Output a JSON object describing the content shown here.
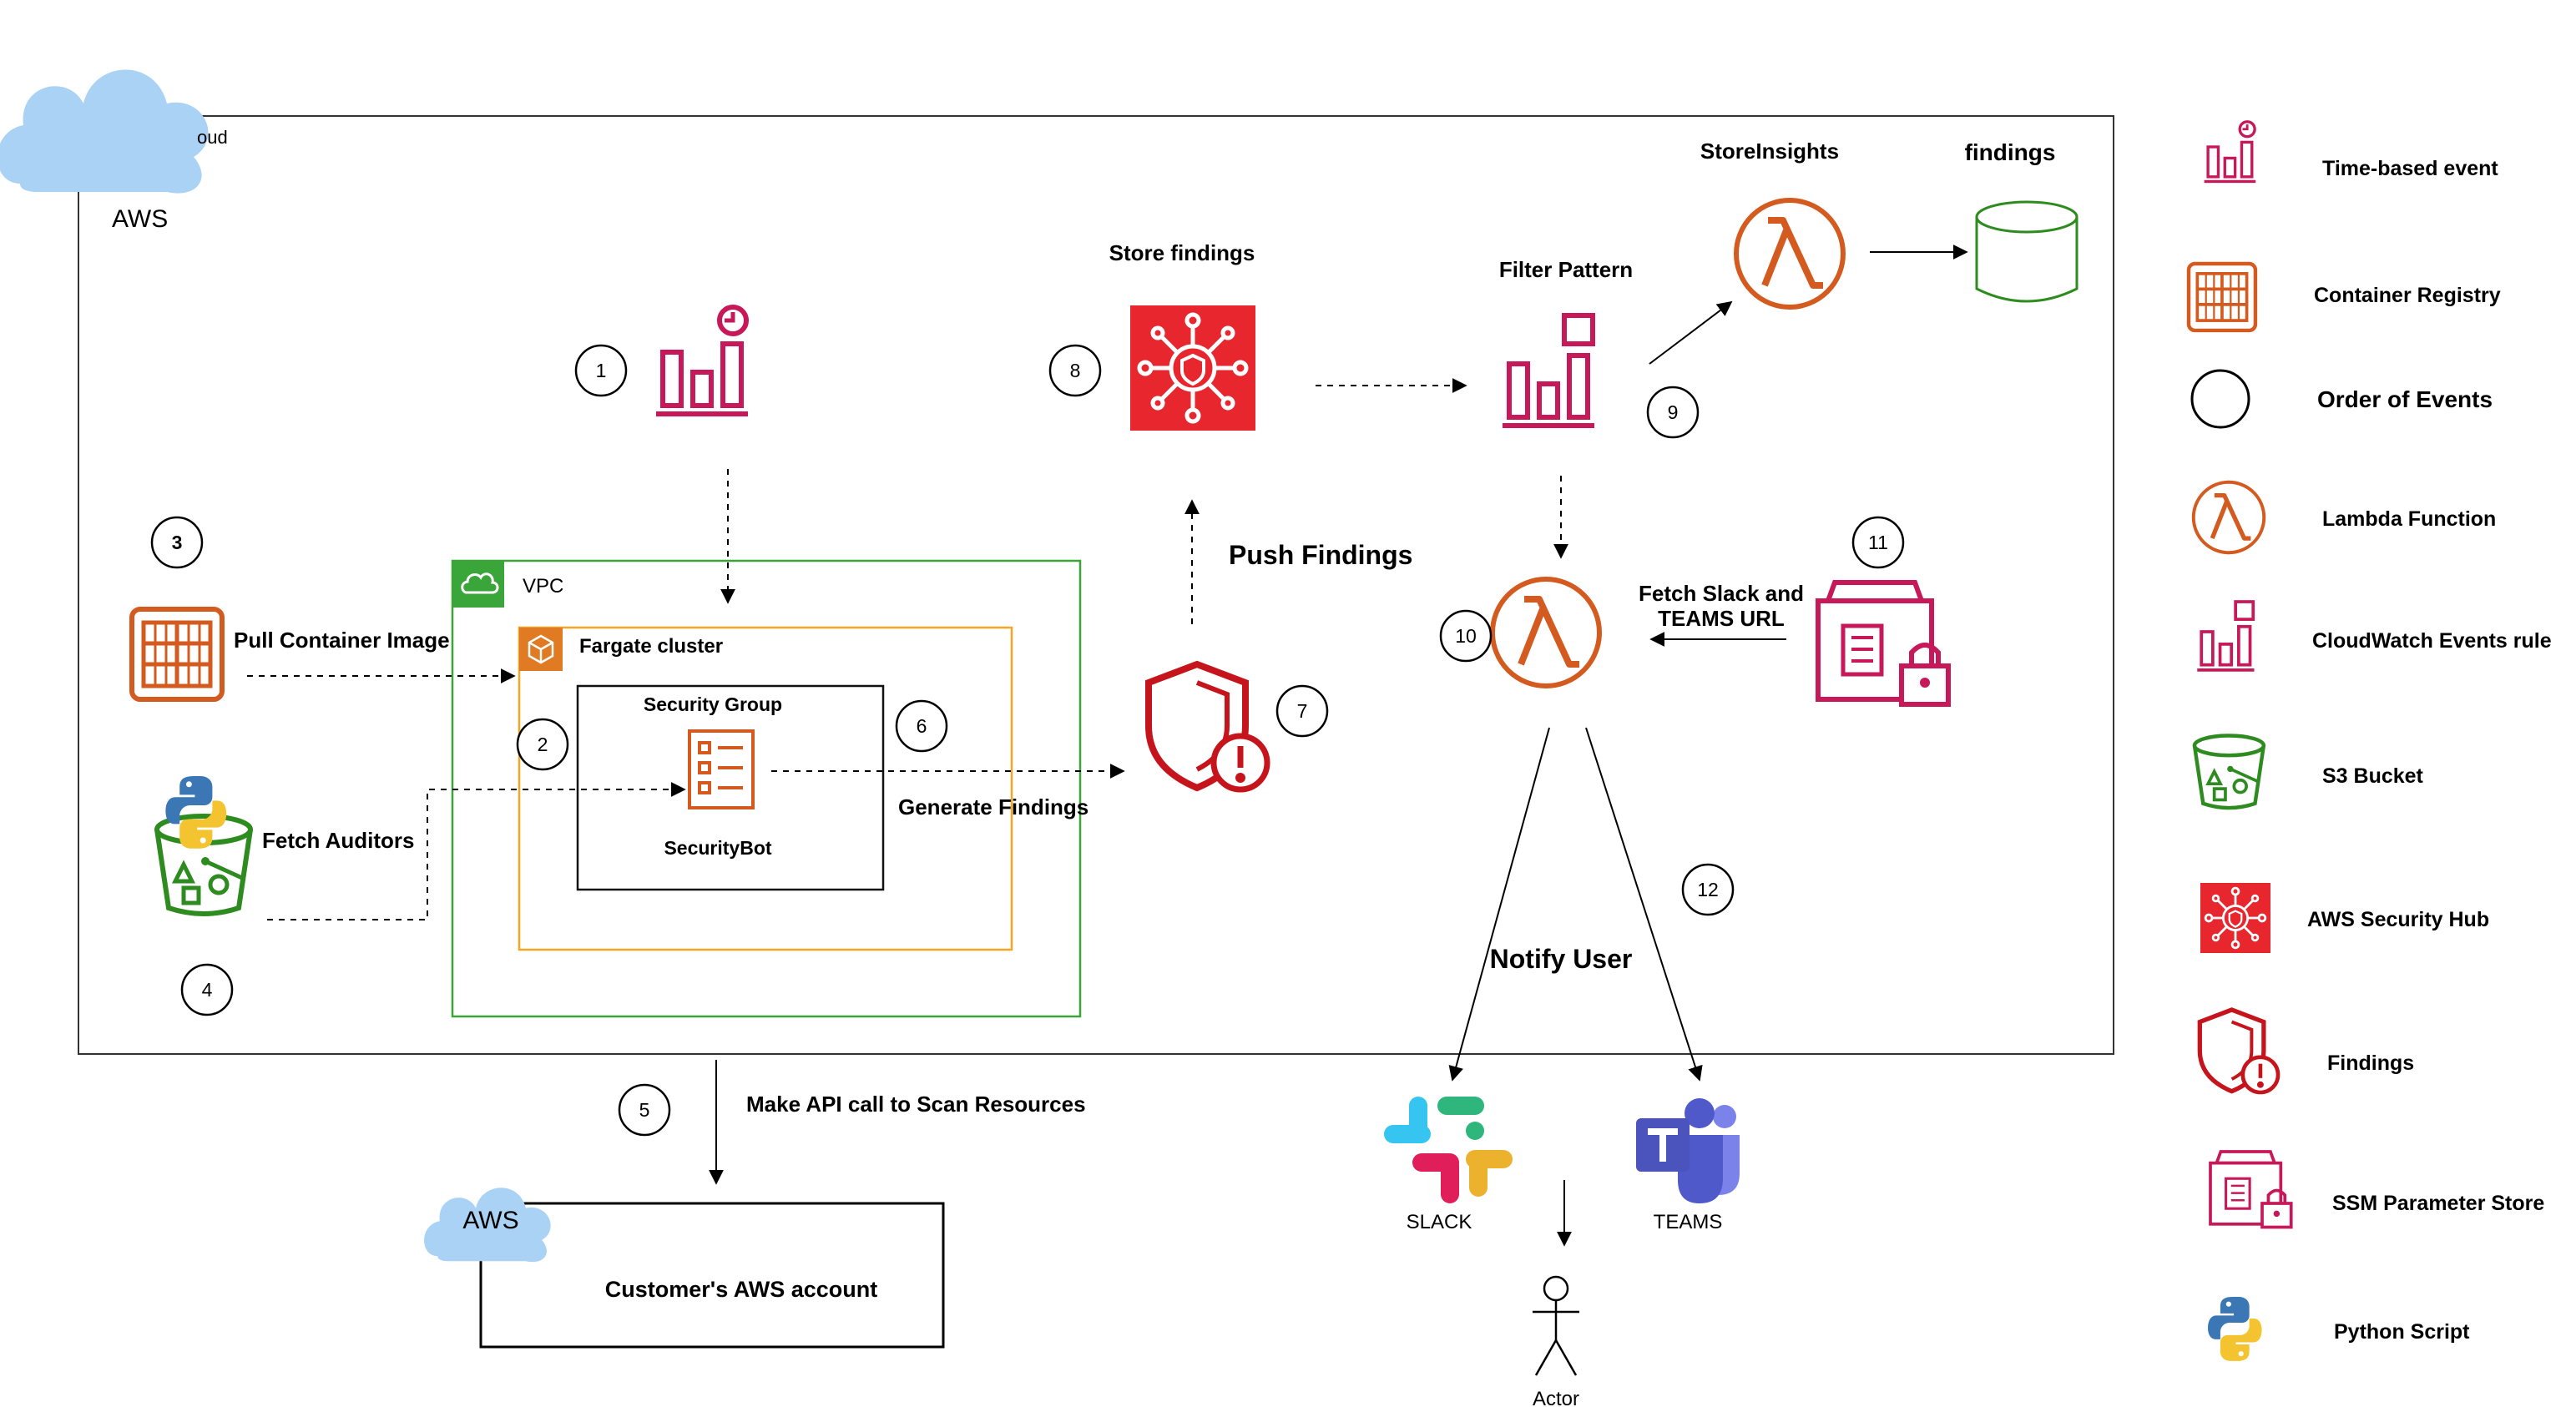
{
  "cloud": {
    "label": "oud",
    "region_label": "AWS"
  },
  "vpc": {
    "label": "VPC"
  },
  "fargate": {
    "label": "Fargate cluster"
  },
  "security_group": {
    "label": "Security Group"
  },
  "securitybot": {
    "label": "SecurityBot"
  },
  "steps": [
    "1",
    "2",
    "3",
    "4",
    "5",
    "6",
    "7",
    "8",
    "9",
    "10",
    "11",
    "12"
  ],
  "labels": {
    "pull_container_image": "Pull Container Image",
    "fetch_auditors": "Fetch Auditors",
    "generate_findings": "Generate Findings",
    "push_findings": "Push Findings",
    "store_findings": "Store findings",
    "filter_pattern": "Filter Pattern",
    "store_insights": "StoreInsights",
    "findings_bucket": "findings",
    "fetch_slack_line1": "Fetch Slack and",
    "fetch_slack_line2": "TEAMS URL",
    "notify_user": "Notify User",
    "slack": "SLACK",
    "teams": "TEAMS",
    "actor": "Actor",
    "make_api_call": "Make API call to Scan Resources",
    "customer_cloud": "AWS",
    "customer_account": "Customer's AWS account"
  },
  "legend": [
    {
      "icon": "time-based-event-icon",
      "label": "Time-based event"
    },
    {
      "icon": "container-registry-icon",
      "label": "Container Registry"
    },
    {
      "icon": "order-of-events-icon",
      "label": "Order of Events"
    },
    {
      "icon": "lambda-function-icon",
      "label": "Lambda Function"
    },
    {
      "icon": "cloudwatch-events-rule-icon",
      "label": "CloudWatch Events rule"
    },
    {
      "icon": "s3-bucket-icon",
      "label": "S3 Bucket"
    },
    {
      "icon": "aws-security-hub-icon",
      "label": "AWS Security Hub"
    },
    {
      "icon": "findings-icon",
      "label": "Findings"
    },
    {
      "icon": "ssm-parameter-store-icon",
      "label": "SSM Parameter Store"
    },
    {
      "icon": "python-script-icon",
      "label": "Python Script"
    }
  ],
  "colors": {
    "pink": "#c7185a",
    "orange": "#d45b1f",
    "green": "#2e8b1f",
    "vpc_green": "#3aa63a",
    "fargate_orange": "#f5a623",
    "security_hub_red": "#e7262e",
    "findings_red": "#c6141c",
    "cloud_blue": "#a9d2f5"
  }
}
